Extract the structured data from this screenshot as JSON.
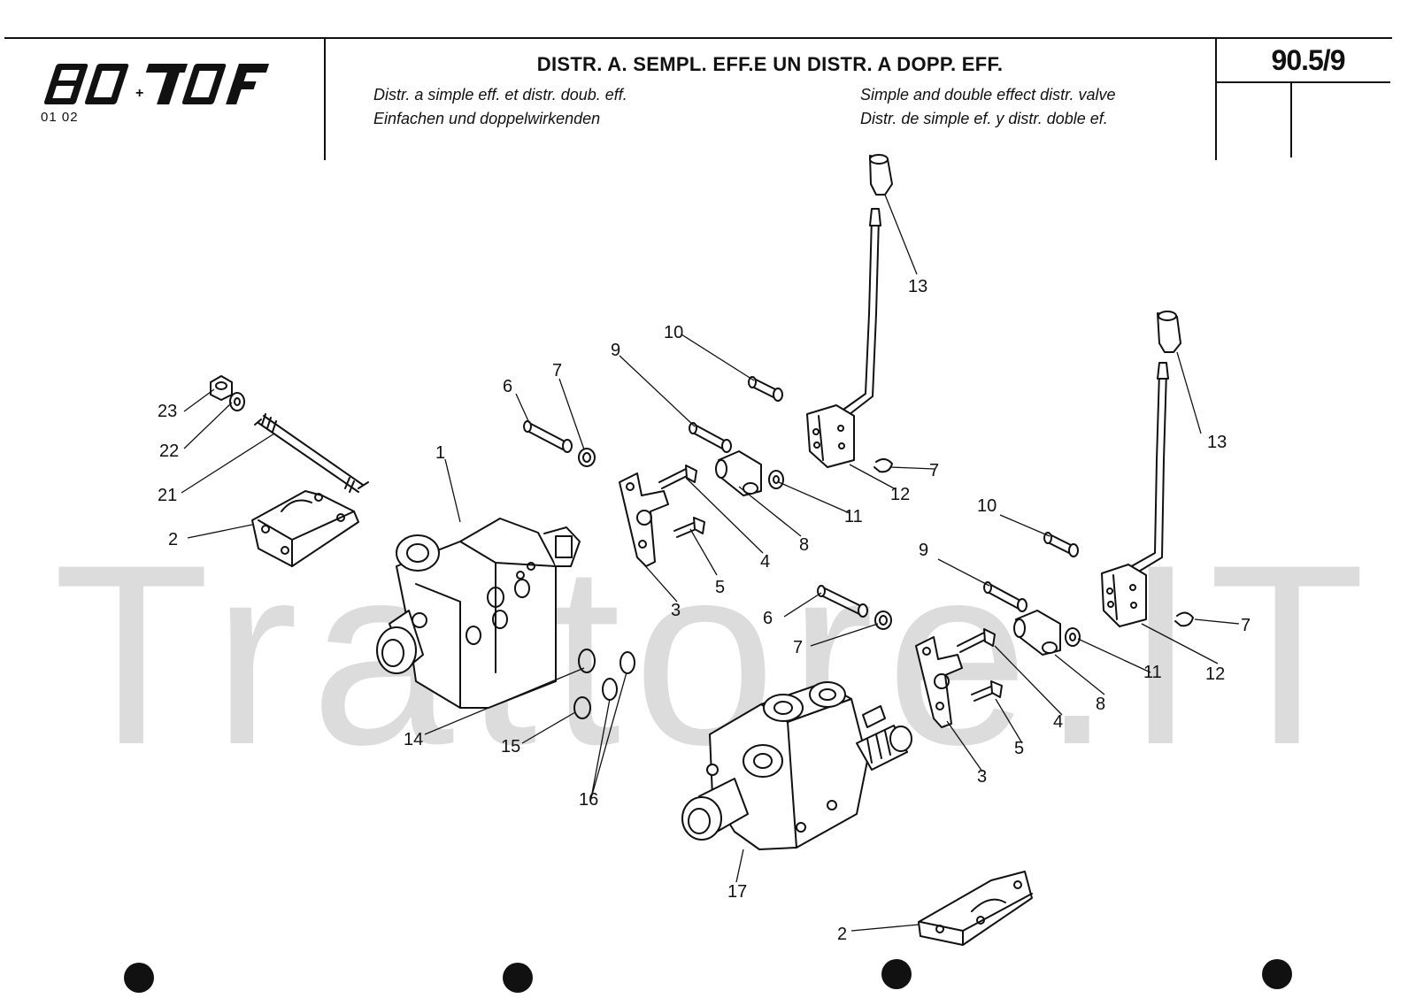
{
  "header": {
    "logo_text": "80 70F",
    "edition": "01 02",
    "title": "DISTR. A. SEMPL. EFF.E UN DISTR. A DOPP. EFF.",
    "subtitle_fr": "Distr. a simple eff. et distr. doub. eff.",
    "subtitle_de": "Einfachen und doppelwirkenden",
    "subtitle_en": "Simple and double effect distr. valve",
    "subtitle_es": "Distr. de simple ef. y distr. doble ef.",
    "page_number": "90.5/9"
  },
  "watermark": "Trattore.IT",
  "callouts": {
    "c1": "1",
    "c2a": "2",
    "c2b": "2",
    "c3a": "3",
    "c3b": "3",
    "c4a": "4",
    "c4b": "4",
    "c5a": "5",
    "c5b": "5",
    "c6a": "6",
    "c6b": "6",
    "c7a": "7",
    "c7b": "7",
    "c7c": "7",
    "c7d": "7",
    "c8a": "8",
    "c8b": "8",
    "c9a": "9",
    "c9b": "9",
    "c10a": "10",
    "c10b": "10",
    "c11a": "11",
    "c11b": "11",
    "c12a": "12",
    "c12b": "12",
    "c13a": "13",
    "c13b": "13",
    "c14": "14",
    "c15": "15",
    "c16": "16",
    "c17": "17",
    "c21": "21",
    "c22": "22",
    "c23": "23"
  }
}
